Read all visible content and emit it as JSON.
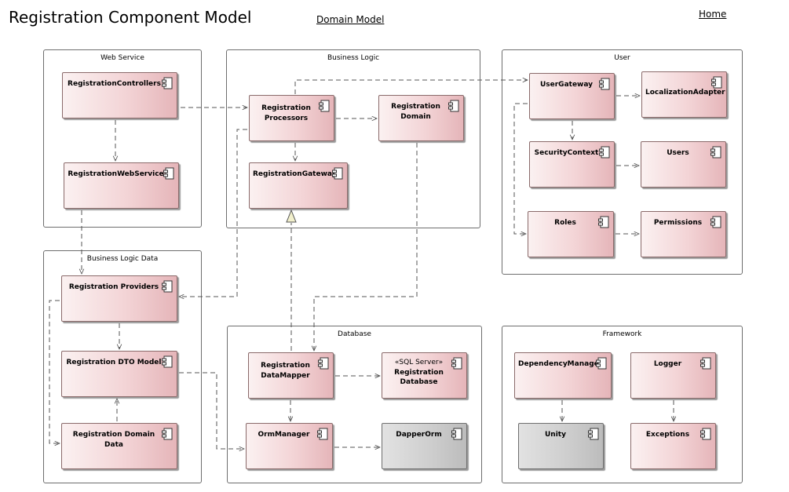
{
  "title": "Registration Component Model",
  "nav": {
    "domain_model": "Domain Model",
    "home": "Home"
  },
  "packages": {
    "web_service": "Web Service",
    "business_logic": "Business Logic",
    "user": "User",
    "business_logic_data": "Business Logic Data",
    "database": "Database",
    "framework": "Framework"
  },
  "components": {
    "registration_controllers": "RegistrationControllers",
    "registration_web_service": "RegistrationWebService",
    "registration_processors": "Registration\nProcessors",
    "registration_domain": "Registration Domain",
    "registration_gateway": "RegistrationGateway",
    "user_gateway": "UserGateway",
    "localization_adapter": "LocalizationAdapter",
    "security_context": "SecurityContext",
    "users": "Users",
    "roles": "Roles",
    "permissions": "Permissions",
    "registration_providers": "Registration Providers",
    "registration_dto_model": "Registration DTO Model",
    "registration_domain_data": "Registration Domain Data",
    "registration_data_mapper": "Registration\nDataMapper",
    "registration_database_stereotype": "«SQL Server»",
    "registration_database": "Registration\nDatabase",
    "orm_manager": "OrmManager",
    "dapper_orm": "DapperOrm",
    "dependency_manager": "DependencyManager",
    "logger": "Logger",
    "unity": "Unity",
    "exceptions": "Exceptions"
  },
  "colors": {
    "component_fill": "#f3d4d6",
    "framework_component_fill": "#cdcdcd",
    "border": "#6e6e6e",
    "connector": "#555555",
    "realization_arrow": "#f2f0cc"
  }
}
